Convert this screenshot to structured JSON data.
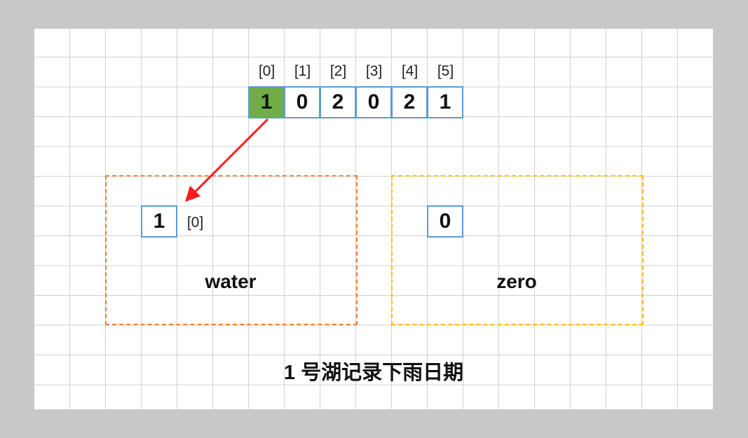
{
  "array": {
    "indices": [
      "[0]",
      "[1]",
      "[2]",
      "[3]",
      "[4]",
      "[5]"
    ],
    "values": [
      "1",
      "0",
      "2",
      "0",
      "2",
      "1"
    ],
    "highlight_index": 0
  },
  "water": {
    "label": "water",
    "value": "1",
    "index": "[0]",
    "color": "#ed7d31"
  },
  "zero": {
    "label": "zero",
    "value": "0",
    "color": "#ffc000"
  },
  "caption": "1 号湖记录下雨日期",
  "colors": {
    "cell_border": "#5b9bd5",
    "highlight": "#70ad47",
    "arrow": "#ff0000"
  }
}
